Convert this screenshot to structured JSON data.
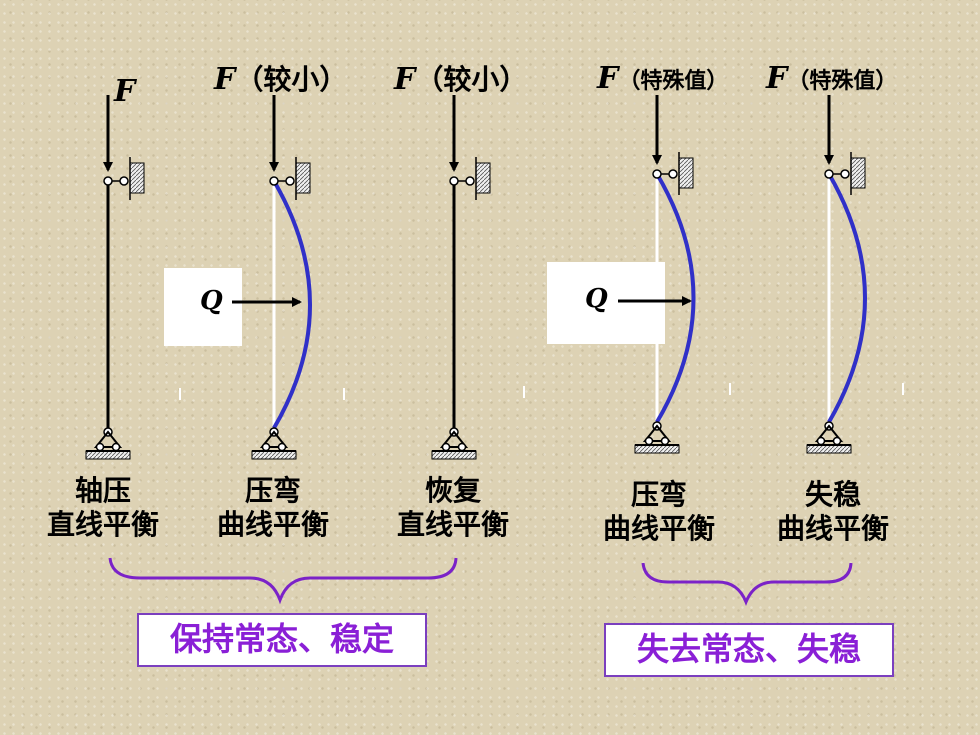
{
  "columns": [
    {
      "force_symbol": "F",
      "force_qualifier": "",
      "state_line1": "轴压",
      "state_line2": "直线平衡"
    },
    {
      "force_symbol": "F",
      "force_qualifier": "（较小）",
      "state_line1": "压弯",
      "state_line2": "曲线平衡"
    },
    {
      "force_symbol": "F",
      "force_qualifier": "（较小）",
      "state_line1": "恢复",
      "state_line2": "直线平衡"
    },
    {
      "force_symbol": "F",
      "force_qualifier": "（特殊值）",
      "state_line1": "压弯",
      "state_line2": "曲线平衡"
    },
    {
      "force_symbol": "F",
      "force_qualifier": "（特殊值）",
      "state_line1": "失稳",
      "state_line2": "曲线平衡"
    }
  ],
  "lateral_load": {
    "symbol": "Q"
  },
  "groups": [
    {
      "label": "保持常态、稳定"
    },
    {
      "label": "失去常态、失稳"
    }
  ],
  "colors": {
    "deflection_curve": "#3030c8",
    "brace": "#7b22c8",
    "group_text": "#8a1fd6",
    "group_border": "#7b3fbf"
  }
}
